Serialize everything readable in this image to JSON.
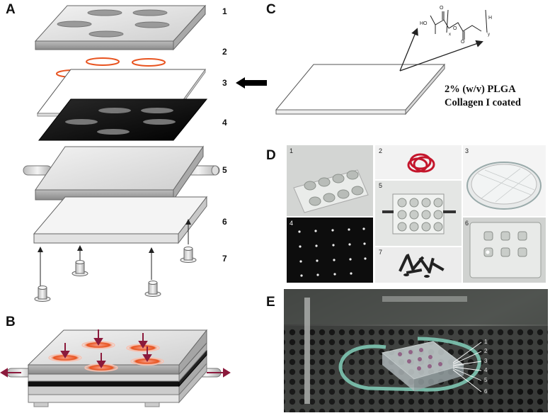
{
  "panels": {
    "a": "A",
    "b": "B",
    "c": "C",
    "d": "D",
    "e": "E"
  },
  "layers": [
    "1",
    "2",
    "3",
    "4",
    "5",
    "6",
    "7"
  ],
  "panel_c": {
    "line1": "2% (w/v) PLGA",
    "line2": "Collagen I coated",
    "formula": {
      "ho": "HO",
      "o1": "O",
      "o2": "O",
      "o3": "O",
      "h": "H",
      "sub_x": "x",
      "sub_y": "y"
    }
  },
  "panel_d": {
    "photos": [
      "1",
      "2",
      "3",
      "4",
      "5",
      "6",
      "7"
    ]
  },
  "panel_e": {
    "callouts": [
      "1",
      "2",
      "3",
      "4",
      "5",
      "6"
    ]
  },
  "colors": {
    "ring": "#e8531f",
    "arrow_b": "#8b1a3c",
    "dark_plate": "#111111",
    "plate_top": "#e6e6e6"
  }
}
